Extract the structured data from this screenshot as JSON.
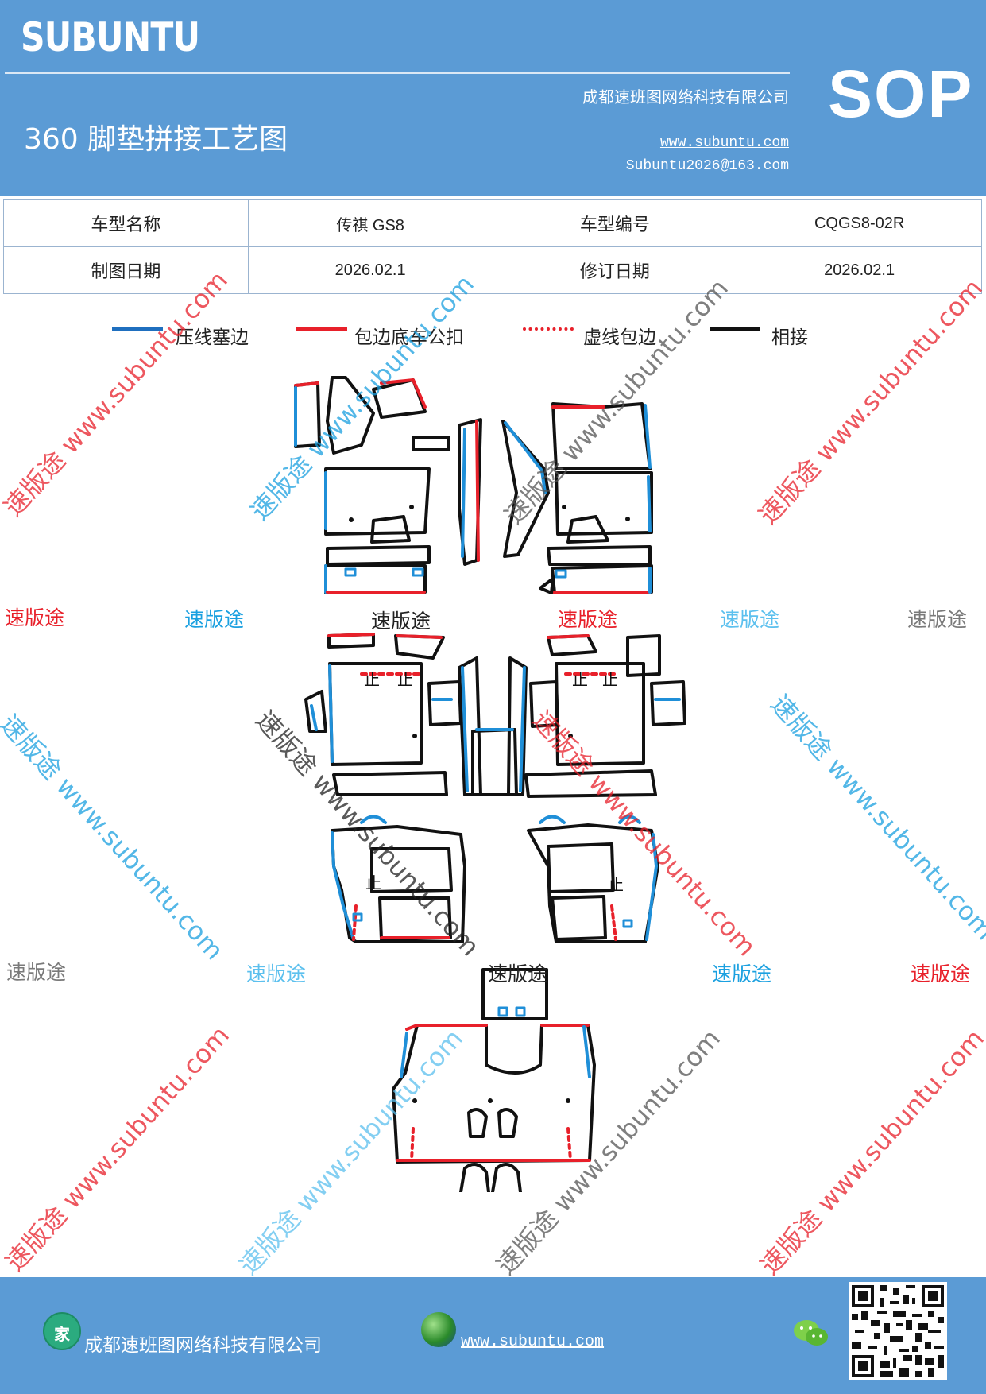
{
  "header": {
    "brand": "SUBUNTU",
    "company": "成都速班图网络科技有限公司",
    "badge": "SOP",
    "title": "360 脚垫拼接工艺图",
    "website": "www.subuntu.com",
    "email": "Subuntu2026@163.com"
  },
  "info_table": {
    "row1": [
      "车型名称",
      "传祺 GS8",
      "车型编号",
      "CQGS8-02R"
    ],
    "row2": [
      "制图日期",
      "2026.02.1",
      "修订日期",
      "2026.02.1"
    ]
  },
  "legend": [
    {
      "label": "压线塞边",
      "color": "#1f6fbf",
      "style": "solid"
    },
    {
      "label": "包边底车公扣",
      "color": "#e8202a",
      "style": "solid"
    },
    {
      "label": "虚线包边",
      "color": "#e8202a",
      "style": "dotted"
    },
    {
      "label": "相接",
      "color": "#111111",
      "style": "solid"
    }
  ],
  "watermarks": {
    "word": "速版途",
    "diag": "速版途 www.subuntu.com",
    "colors": {
      "red": "#e8202a",
      "blue": "#1aa0e0",
      "gray": "#7a7a7a",
      "dark": "#222222",
      "light_blue": "#5cc0ee"
    }
  },
  "diagram": {
    "mark": "止"
  },
  "footer": {
    "company": "成都速班图网络科技有限公司",
    "website": "www.subuntu.com ",
    "home_icon": "家",
    "wechat_icon": "wechat-icon"
  },
  "colors": {
    "header_bg": "#5b9bd5",
    "blue_line": "#1f8fd8",
    "red_line": "#e8202a",
    "black_line": "#111111"
  }
}
